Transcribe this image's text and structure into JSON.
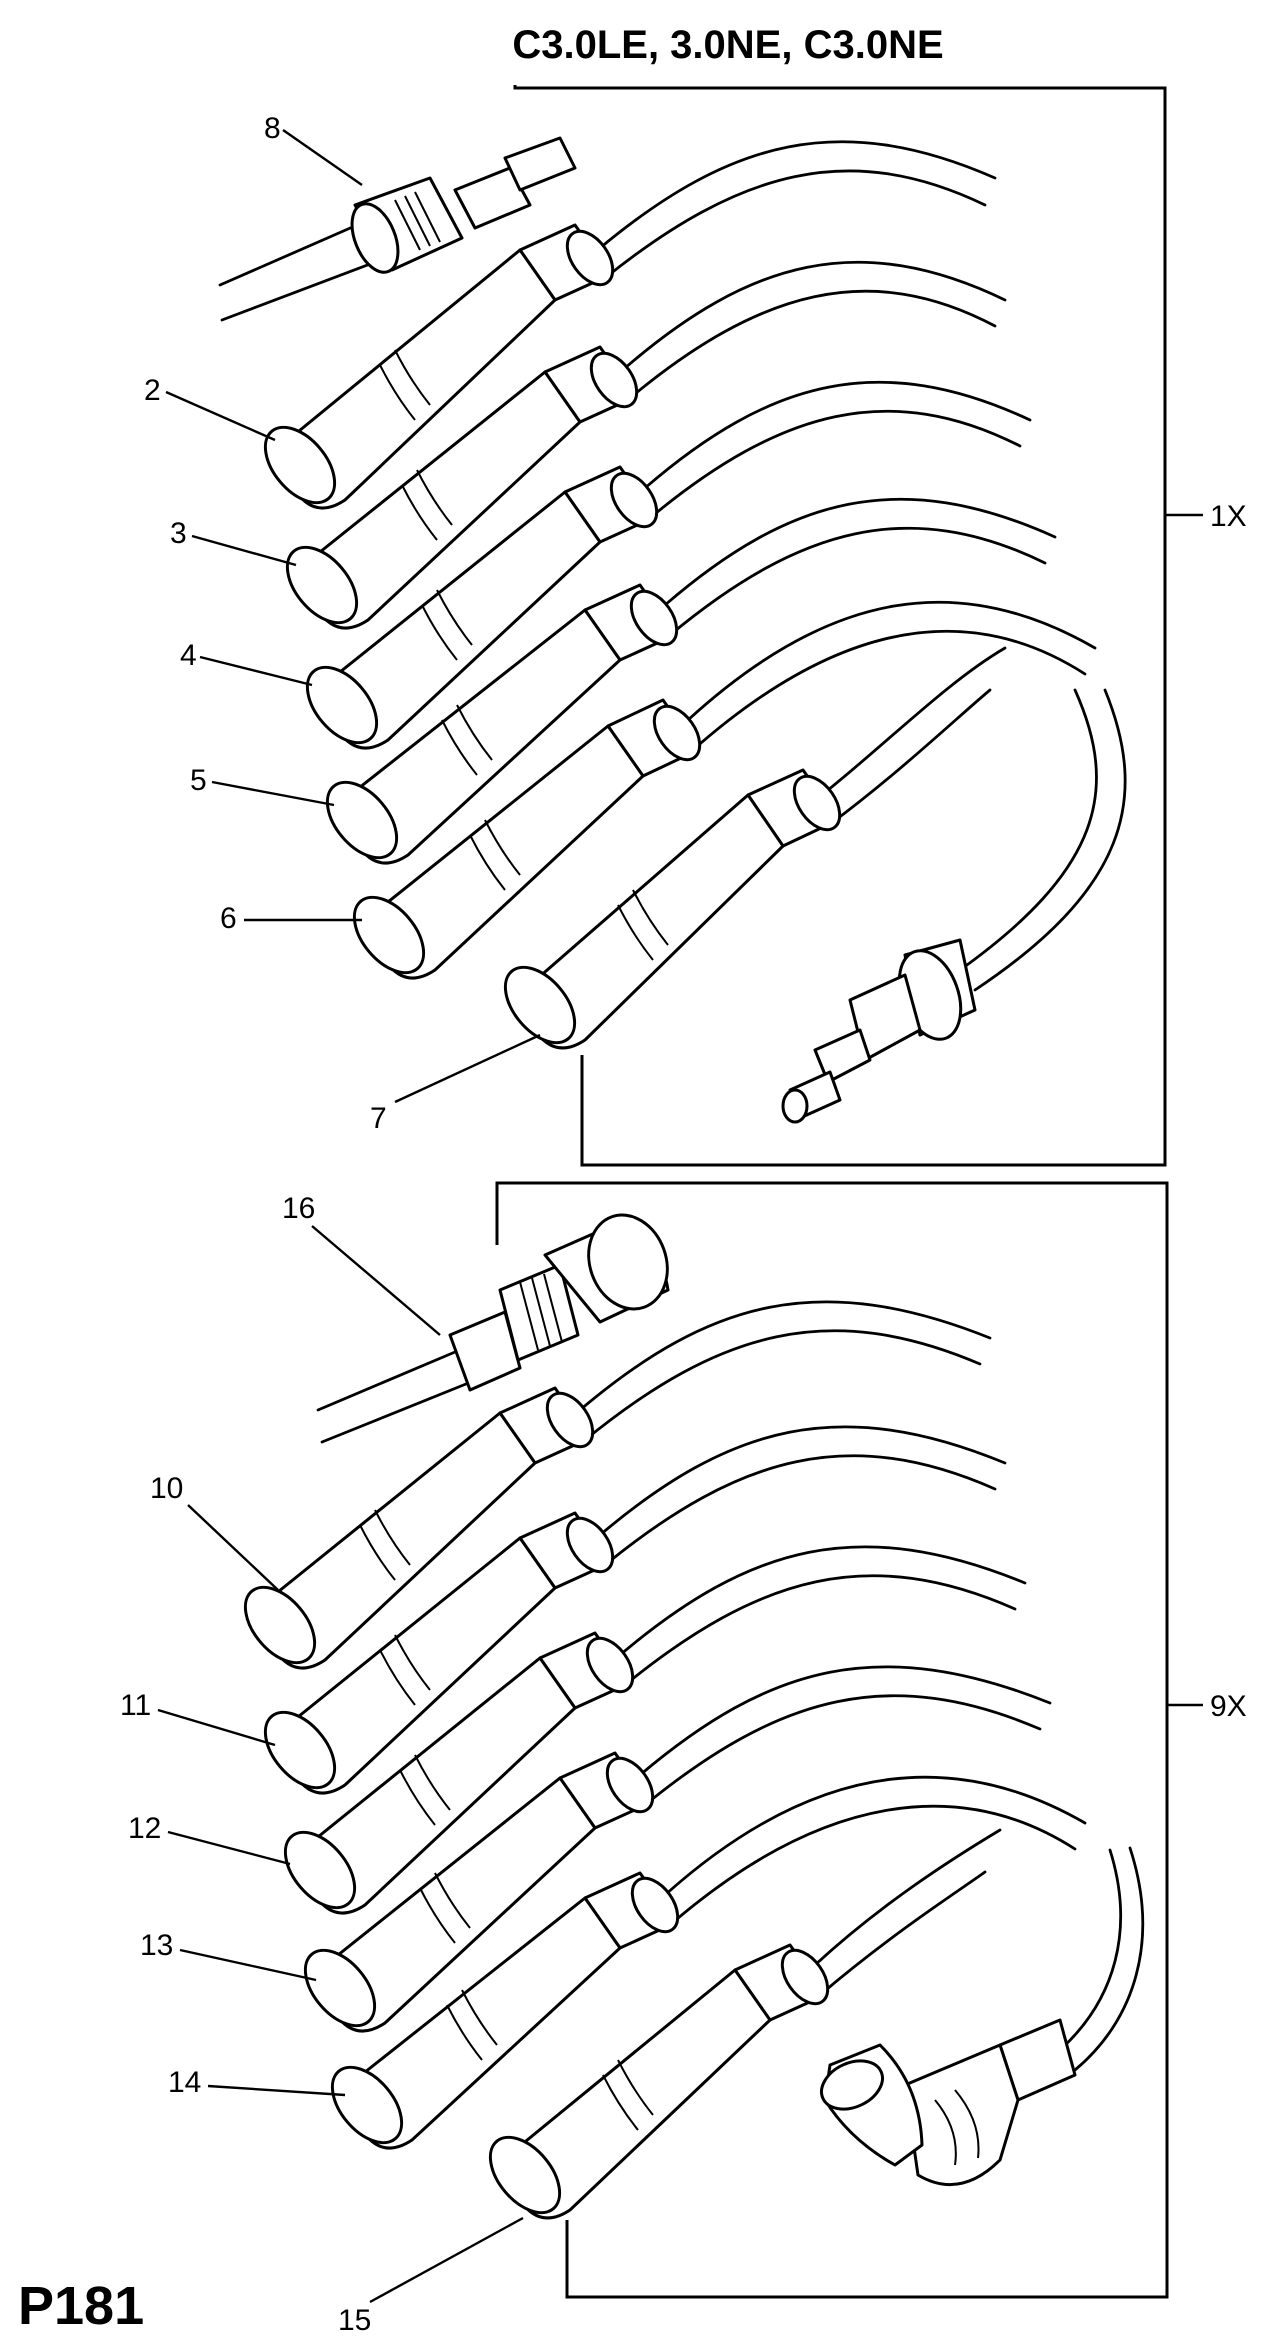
{
  "title": "C3.0LE, 3.0NE, C3.0NE",
  "page_code": "P181",
  "sets": [
    {
      "label": "1X"
    },
    {
      "label": "9X"
    }
  ],
  "callouts": [
    {
      "label": "8"
    },
    {
      "label": "2"
    },
    {
      "label": "3"
    },
    {
      "label": "4"
    },
    {
      "label": "5"
    },
    {
      "label": "6"
    },
    {
      "label": "7"
    },
    {
      "label": "16"
    },
    {
      "label": "10"
    },
    {
      "label": "11"
    },
    {
      "label": "12"
    },
    {
      "label": "13"
    },
    {
      "label": "14"
    },
    {
      "label": "15"
    }
  ]
}
